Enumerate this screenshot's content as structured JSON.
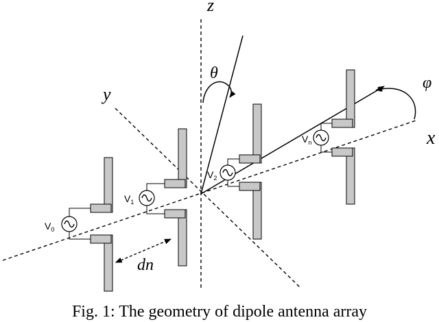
{
  "diagram": {
    "caption": "Fig. 1: The geometry of dipole antenna array",
    "axes": {
      "z_label": "z",
      "y_label": "y",
      "x_label": "x",
      "theta_label": "θ",
      "phi_label": "φ",
      "spacing_label": "dn"
    },
    "elements": [
      {
        "source_main": "V",
        "source_sub": "0"
      },
      {
        "source_main": "V",
        "source_sub": "1"
      },
      {
        "source_main": "V",
        "source_sub": "2"
      },
      {
        "source_main": "V",
        "source_sub": "n"
      }
    ],
    "colors": {
      "dipole_fill": "#c8c8c8",
      "line": "#000000",
      "background": "#ffffff"
    }
  }
}
